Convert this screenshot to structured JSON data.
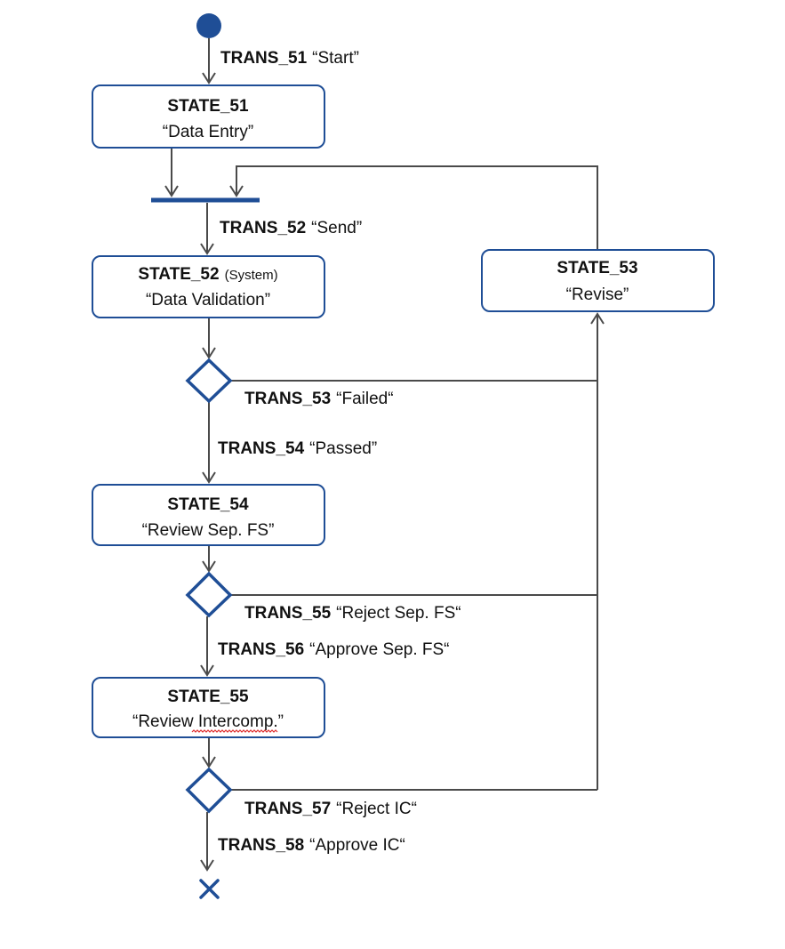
{
  "colors": {
    "shape_stroke": "#1f4e96",
    "connector": "#4a4a4a",
    "spellcheck_underline": "#e03030"
  },
  "states": {
    "s51": {
      "id": "STATE_51",
      "name": "“Data Entry”"
    },
    "s52": {
      "id": "STATE_52",
      "note": "(System)",
      "name": "“Data Validation”"
    },
    "s53": {
      "id": "STATE_53",
      "name": "“Revise”"
    },
    "s54": {
      "id": "STATE_54",
      "name": "“Review Sep. FS”"
    },
    "s55": {
      "id": "STATE_55",
      "name": "“Review Intercomp.”"
    }
  },
  "transitions": {
    "t51": {
      "id": "TRANS_51",
      "label": "“Start”"
    },
    "t52": {
      "id": "TRANS_52",
      "label": "“Send”"
    },
    "t53": {
      "id": "TRANS_53",
      "label": "“Failed“"
    },
    "t54": {
      "id": "TRANS_54",
      "label": "“Passed”"
    },
    "t55": {
      "id": "TRANS_55",
      "label": "“Reject Sep. FS“"
    },
    "t56": {
      "id": "TRANS_56",
      "label": "“Approve Sep. FS“"
    },
    "t57": {
      "id": "TRANS_57",
      "label": "“Reject IC“"
    },
    "t58": {
      "id": "TRANS_58",
      "label": "“Approve IC“"
    }
  }
}
